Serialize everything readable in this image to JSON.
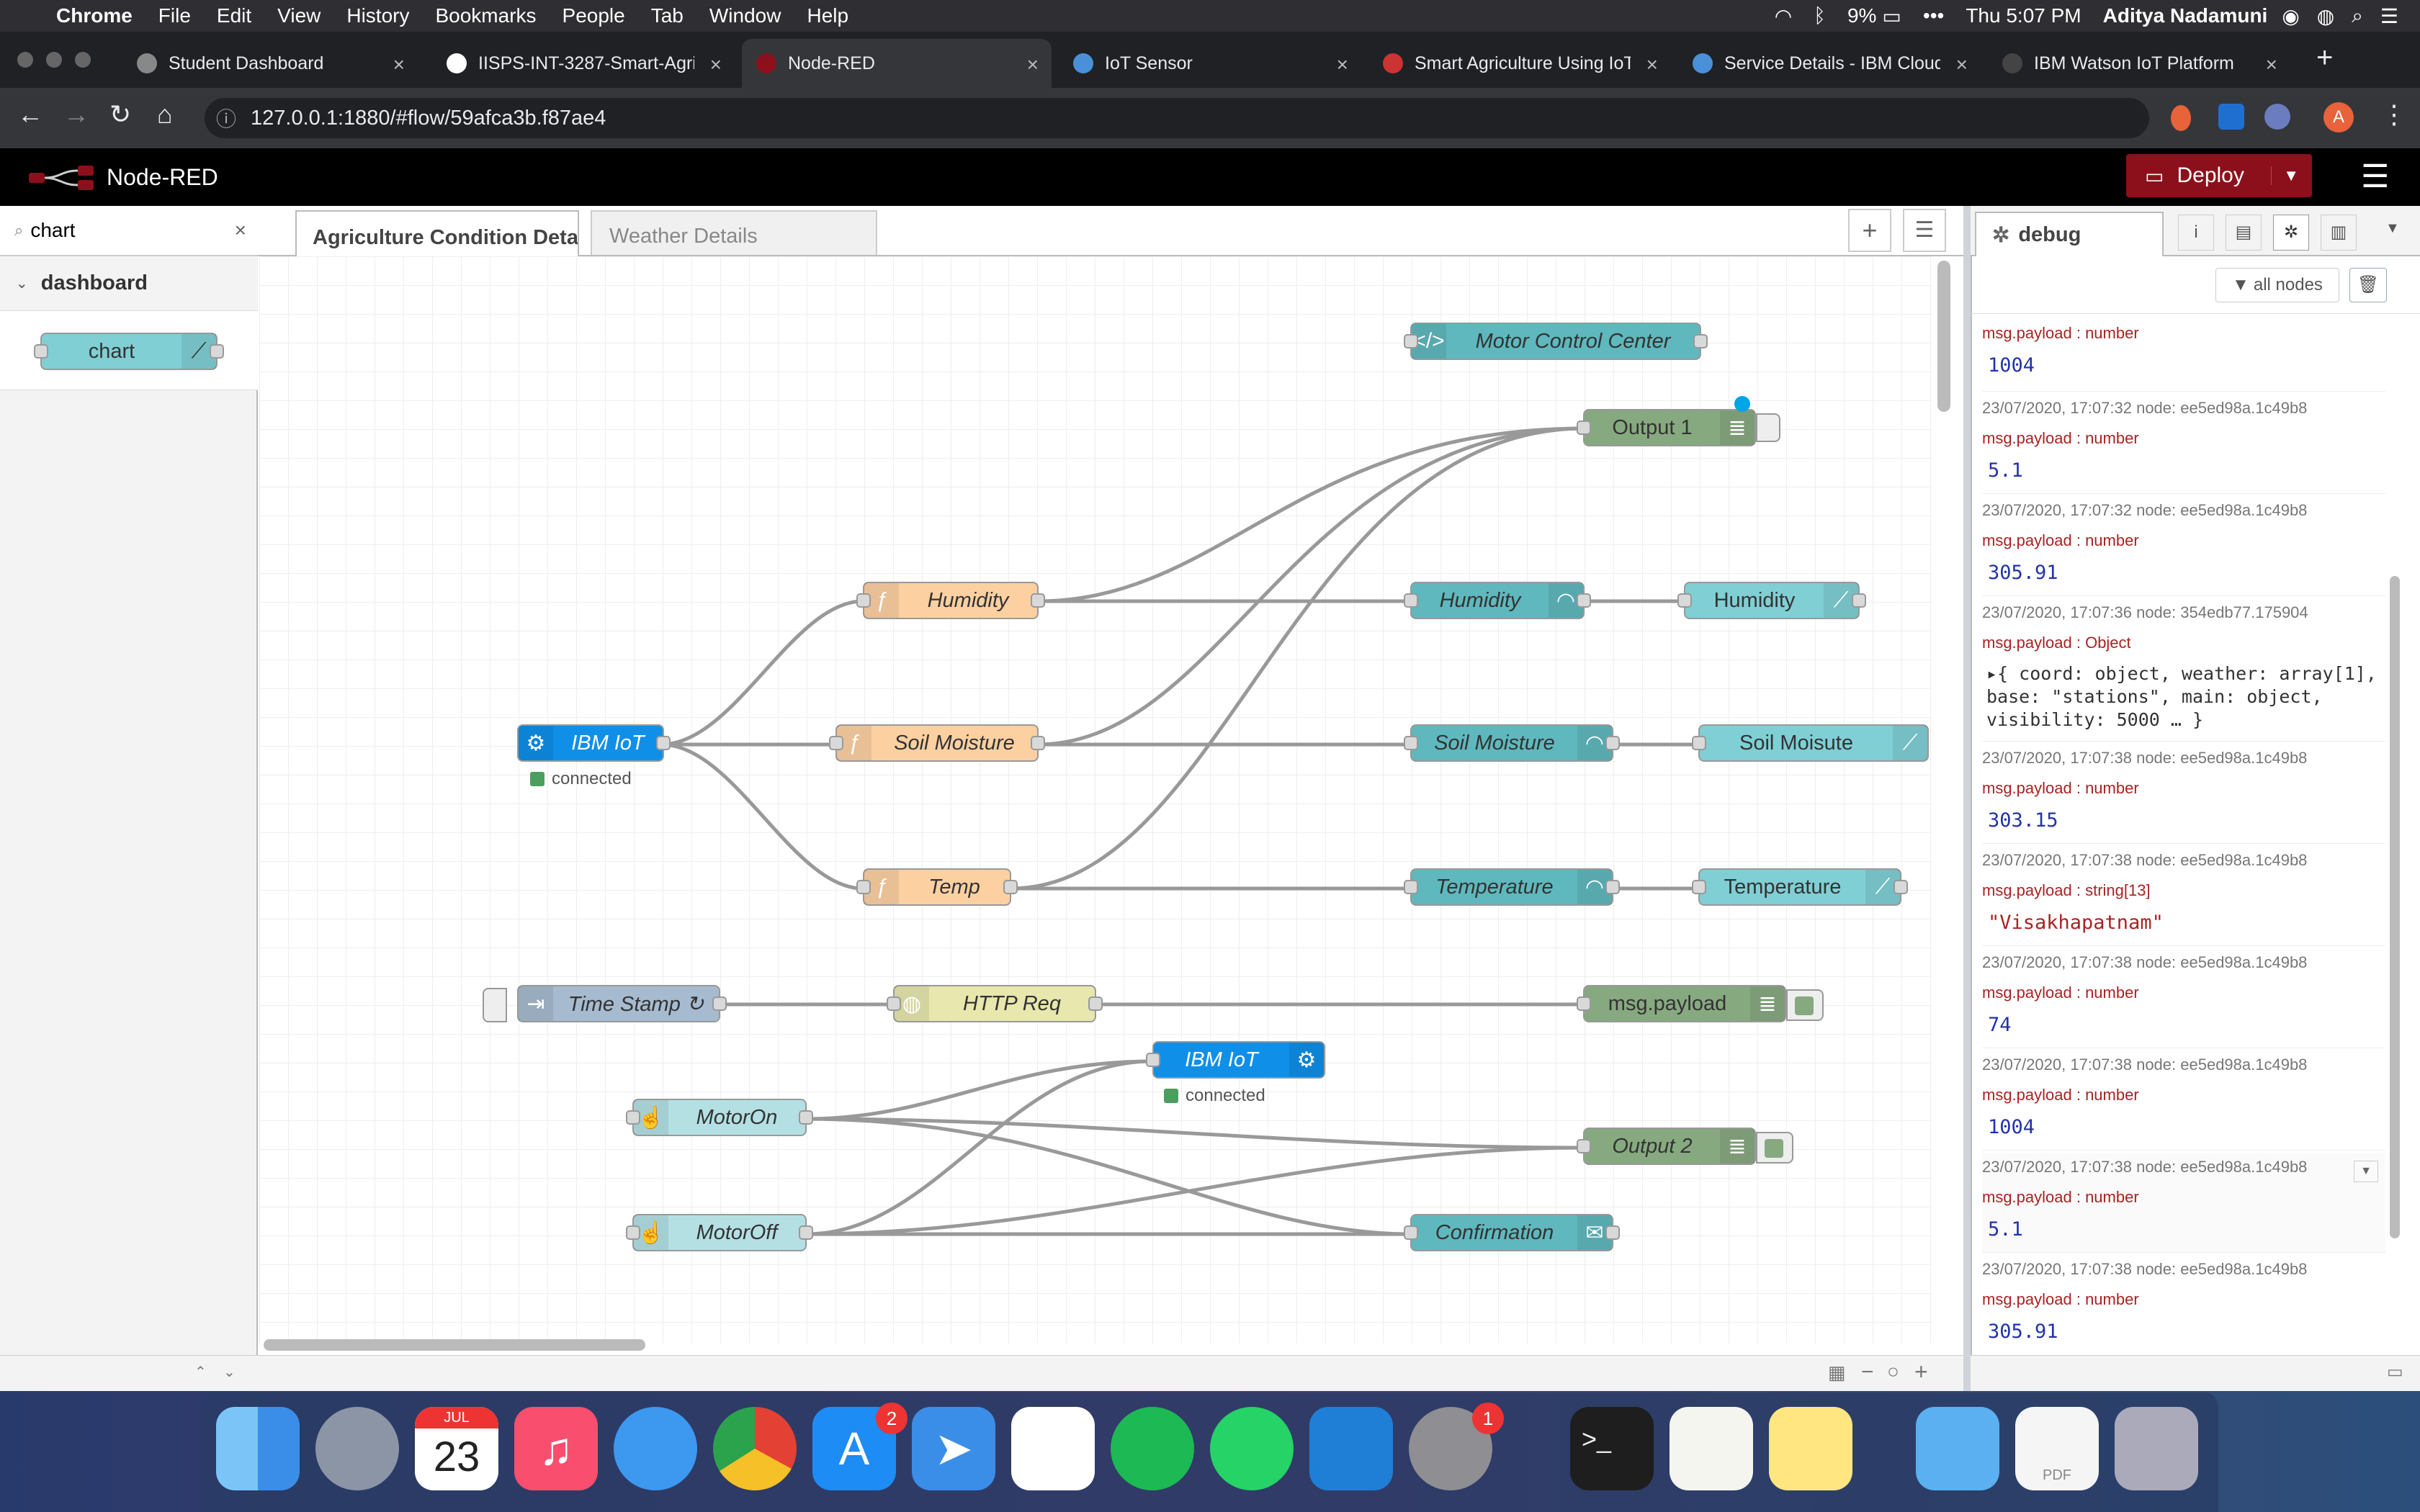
{
  "menubar": {
    "app": "Chrome",
    "items": [
      "File",
      "Edit",
      "View",
      "History",
      "Bookmarks",
      "People",
      "Tab",
      "Window",
      "Help"
    ],
    "battery": "9%",
    "clock": "Thu 5:07 PM",
    "user": "Aditya Nadamuni"
  },
  "tabs": [
    {
      "label": "Student Dashboard"
    },
    {
      "label": "IISPS-INT-3287-Smart-Agri"
    },
    {
      "label": "Node-RED"
    },
    {
      "label": "IoT Sensor"
    },
    {
      "label": "Smart Agriculture Using IoT"
    },
    {
      "label": "Service Details - IBM Cloud"
    },
    {
      "label": "IBM Watson IoT Platform"
    }
  ],
  "address": {
    "url": "127.0.0.1:1880/#flow/59afca3b.f87ae4"
  },
  "header": {
    "title": "Node-RED",
    "deploy_label": "Deploy"
  },
  "palette": {
    "search_value": "chart",
    "category": "dashboard",
    "node_label": "chart"
  },
  "workspace": {
    "tabs": [
      {
        "label": "Agriculture Condition Details"
      },
      {
        "label": "Weather Details"
      }
    ]
  },
  "nodes": {
    "motor_control": "Motor Control Center",
    "output1": "Output 1",
    "humidity_fn": "Humidity",
    "humidity_gauge": "Humidity",
    "humidity_chart": "Humidity",
    "ibm_iot_in": "IBM IoT",
    "ibm_iot_in_status": "connected",
    "soil_fn": "Soil Moisture",
    "soil_gauge": "Soil Moisture",
    "soil_chart": "Soil Moisute",
    "temp_fn": "Temp",
    "temp_gauge": "Temperature",
    "temp_chart": "Temperature",
    "timestamp": "Time Stamp ↻",
    "http_req": "HTTP Req",
    "msg_payload": "msg.payload",
    "ibm_iot_out": "IBM IoT",
    "ibm_iot_out_status": "connected",
    "motor_on": "MotorOn",
    "output2": "Output 2",
    "motor_off": "MotorOff",
    "confirmation": "Confirmation"
  },
  "sidebar": {
    "tab_label": "debug",
    "filter_label": "all nodes",
    "entries": [
      {
        "meta": "",
        "type": "msg.payload : number",
        "value": "1004"
      },
      {
        "meta": "23/07/2020, 17:07:32   node: ee5ed98a.1c49b8",
        "type": "msg.payload : number",
        "value": "5.1"
      },
      {
        "meta": "23/07/2020, 17:07:32   node: ee5ed98a.1c49b8",
        "type": "msg.payload : number",
        "value": "305.91"
      },
      {
        "meta": "23/07/2020, 17:07:36   node: 354edb77.175904",
        "type": "msg.payload : Object",
        "value": "▸{ coord: object, weather: array[1], base: \"stations\", main: object, visibility: 5000 … }"
      },
      {
        "meta": "23/07/2020, 17:07:38   node: ee5ed98a.1c49b8",
        "type": "msg.payload : number",
        "value": "303.15"
      },
      {
        "meta": "23/07/2020, 17:07:38   node: ee5ed98a.1c49b8",
        "type": "msg.payload : string[13]",
        "value": "\"Visakhapatnam\""
      },
      {
        "meta": "23/07/2020, 17:07:38   node: ee5ed98a.1c49b8",
        "type": "msg.payload : number",
        "value": "74"
      },
      {
        "meta": "23/07/2020, 17:07:38   node: ee5ed98a.1c49b8",
        "type": "msg.payload : number",
        "value": "1004"
      },
      {
        "meta": "23/07/2020, 17:07:38   node: ee5ed98a.1c49b8",
        "type": "msg.payload : number",
        "value": "5.1"
      },
      {
        "meta": "23/07/2020, 17:07:38   node: ee5ed98a.1c49b8",
        "type": "msg.payload : number",
        "value": "305.91"
      }
    ]
  },
  "dock": {
    "calendar_month": "JUL",
    "calendar_day": "23",
    "appstore_badge": "2",
    "settings_badge": "1",
    "pdf_label": "PDF"
  }
}
